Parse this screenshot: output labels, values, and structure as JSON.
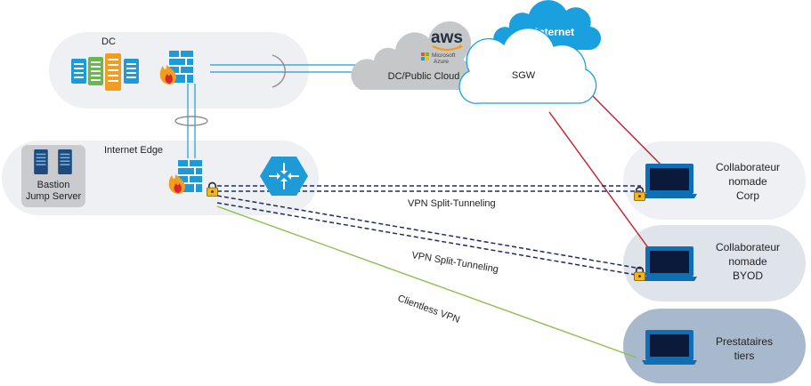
{
  "zones": {
    "dc": "DC",
    "internet_edge": "Internet Edge",
    "bastion_line1": "Bastion",
    "bastion_line2": "Jump Server"
  },
  "cloud": {
    "aws": "aws",
    "ms_line1": "Microsoft",
    "ms_line2": "Azure",
    "dc_public_cloud": "DC/Public Cloud",
    "internet": "Internet",
    "sgw": "SGW"
  },
  "links": {
    "vpn_corp": "VPN Split-Tunneling",
    "vpn_byod": "VPN Split-Tunneling",
    "clientless": "Clientless VPN"
  },
  "users": {
    "corp": [
      "Collaborateur",
      "nomade",
      "Corp"
    ],
    "byod": [
      "Collaborateur",
      "nomade",
      "BYOD"
    ],
    "third": [
      "Prestataires",
      "tiers"
    ]
  },
  "colors": {
    "zone_fill": "#eef0f4",
    "bastion_fill": "#c9cbce",
    "user_corp_fill": "#eef0f4",
    "user_byod_fill": "#dfe3ea",
    "user_third_fill": "#a9b9cd",
    "laptop": "#0e6fb5",
    "firewall_orange": "#f39c22",
    "firewall_red": "#d7262e",
    "router": "#1e9ad6",
    "cloud_gray": "#c6c7c9",
    "internet_blue": "#1aa0de",
    "red_link": "#c41e28",
    "green_link": "#8cc04d",
    "vpn_navy": "#1f2b63",
    "lock_yellow": "#f2b51c"
  }
}
